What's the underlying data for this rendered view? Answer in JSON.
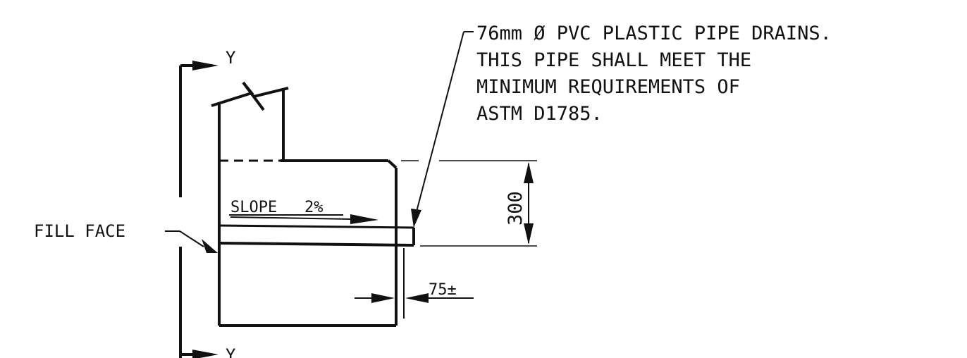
{
  "colors": {
    "ink": "#111111",
    "background": "#ffffff"
  },
  "section_marks": {
    "top": "Y",
    "bottom": "Y"
  },
  "callout": {
    "line1": "76mm Ø PVC PLASTIC PIPE DRAINS.",
    "line2": "THIS PIPE SHALL MEET THE",
    "line3": "MINIMUM REQUIREMENTS OF",
    "line4": "ASTM D1785."
  },
  "labels": {
    "fill_face": "FILL FACE",
    "slope_word": "SLOPE",
    "slope_value": "2%"
  },
  "dimensions": {
    "height": "300",
    "projection": "75±"
  }
}
